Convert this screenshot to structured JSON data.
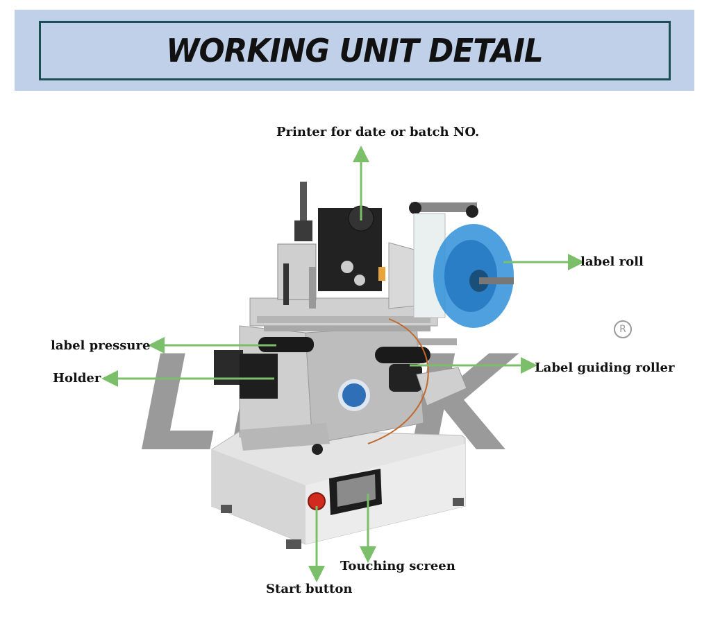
{
  "header": {
    "title": "WORKING UNIT DETAIL"
  },
  "watermark": {
    "text": "LTPK",
    "registered_mark": "R"
  },
  "callouts": {
    "printer": "Printer for date or batch NO.",
    "label_roll": "label roll",
    "label_pressure": "label pressure",
    "holder": "Holder",
    "guiding_roller": "Label guiding roller",
    "touching_screen": "Touching screen",
    "start_button": "Start button"
  },
  "colors": {
    "arrow": "#7cbf6a",
    "header_band": "#bfd0e8",
    "header_border": "#1b4f53",
    "roll": "#2f8fd8"
  }
}
